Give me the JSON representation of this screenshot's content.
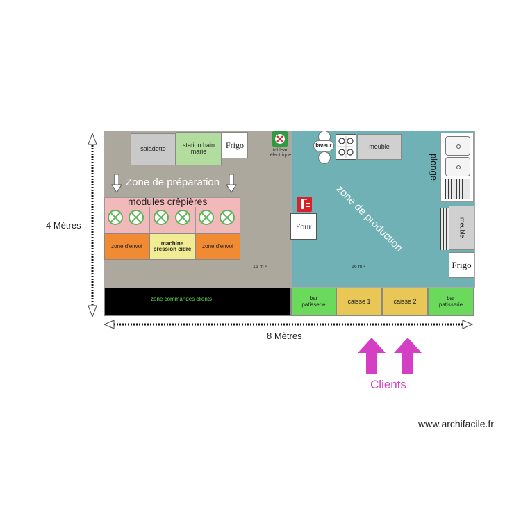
{
  "dimensions": {
    "height_label": "4 Mètres",
    "width_label": "8 Mètres"
  },
  "zones": {
    "preparation_label": "Zone de préparation",
    "production_label": "zone de production",
    "area_left": "16 m ²",
    "area_right": "16 m ²"
  },
  "equipment": {
    "saladette": "saladette",
    "station_bain_marie": "station bain marie",
    "frigo_top": "Frigo",
    "tableau_electrique": "tableau électrique",
    "laveur": "laveur",
    "meuble_top": "meuble",
    "plonge": "plonge",
    "meuble_right": "meuble",
    "frigo_right": "Frigo",
    "four": "Four",
    "modules_crepieres": "modules crêpières",
    "zone_envoi_left": "zone d'envoi",
    "machine_pression_cidre": "machine pression cidre",
    "zone_envoi_right": "zone d'envoi"
  },
  "counter": {
    "zone_commandes": "zone commandes clients",
    "bar_patisserie_left": "bar patisserie",
    "caisse_1": "caisse 1",
    "caisse_2": "caisse 2",
    "bar_patisserie_right": "bar patisserie"
  },
  "clients_label": "Clients",
  "watermark": "www.archifacile.fr",
  "colors": {
    "prep_floor": "#aca89e",
    "prod_floor": "#6fb1b5",
    "crepiere_pink": "#f2b9bb",
    "zone_envoi_orange": "#f08a33",
    "machine_yellow": "#f1ec93",
    "green_counter": "#6bd95c",
    "caisse_yellow": "#e8c756",
    "clients_magenta": "#d43fc3"
  }
}
